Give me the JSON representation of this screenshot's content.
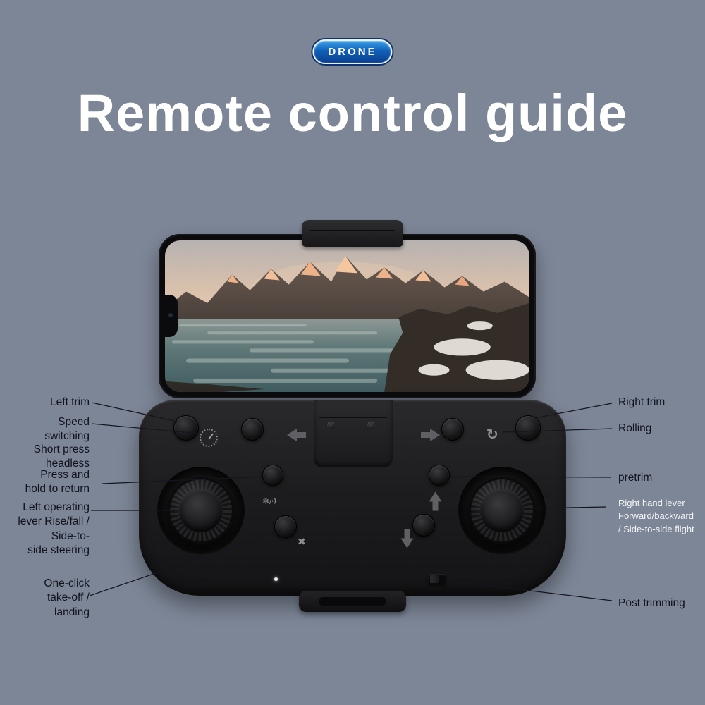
{
  "colors": {
    "background": "#7d8697",
    "logo_blue": "#1464c0",
    "title_text": "#ffffff",
    "label_dark": "#12121e",
    "label_light": "#f3f5f7",
    "controller_body": "#1d1d1f"
  },
  "header": {
    "brand": "DRONE",
    "title": "Remote control guide"
  },
  "callouts": {
    "left": [
      {
        "label": "Left trim"
      },
      {
        "label": "Speed\nswitching"
      },
      {
        "label": "Short press\nheadless"
      },
      {
        "label": "Press and\nhold to return"
      },
      {
        "label": "Left operating\nlever Rise/fall /\nSide-to-\nside steering"
      },
      {
        "label": "One-click\ntake-off /\nlanding"
      }
    ],
    "right": [
      {
        "label": "Right trim"
      },
      {
        "label": "Rolling"
      },
      {
        "label": "pretrim"
      },
      {
        "label": "Right hand lever\nForward/backward\n/ Side-to-side flight"
      },
      {
        "label": "Post trimming"
      }
    ]
  },
  "controller": {
    "icons": {
      "speed_dial": "dotted-gauge-css-shape",
      "roll_flip": "↻",
      "headless_return_pair": "❄/✈",
      "takeoff_drone": "✖",
      "arrow_left": "css-shape",
      "arrow_right": "css-shape",
      "arrow_up": "css-shape",
      "arrow_down": "css-shape"
    }
  }
}
